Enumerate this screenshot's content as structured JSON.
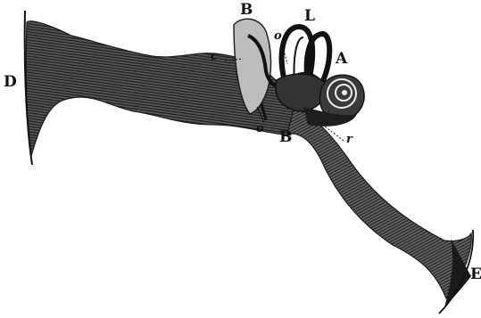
{
  "colors": {
    "ink": "#161616",
    "shade": "#4a4a4a",
    "light": "#8a8a8a",
    "paper": "#ffffff"
  },
  "labels": {
    "D": "D",
    "B_top": "B",
    "L": "L",
    "o_top": "o",
    "c": "c",
    "A": "A",
    "o_bottom": "o",
    "B_bottom": "B",
    "r": "r",
    "E": "E"
  }
}
